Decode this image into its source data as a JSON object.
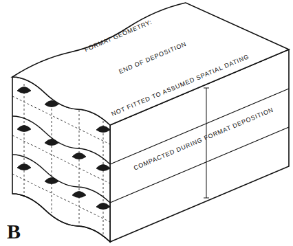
{
  "diagram": {
    "labels": [
      "FORMAT GEOMETRY:",
      "END OF DEPOSITION",
      "NOT FITTED TO ASSUMED SPATIAL DATING",
      "COMPACTED DURING FORMAT DEPOSITION",
      "B"
    ]
  }
}
